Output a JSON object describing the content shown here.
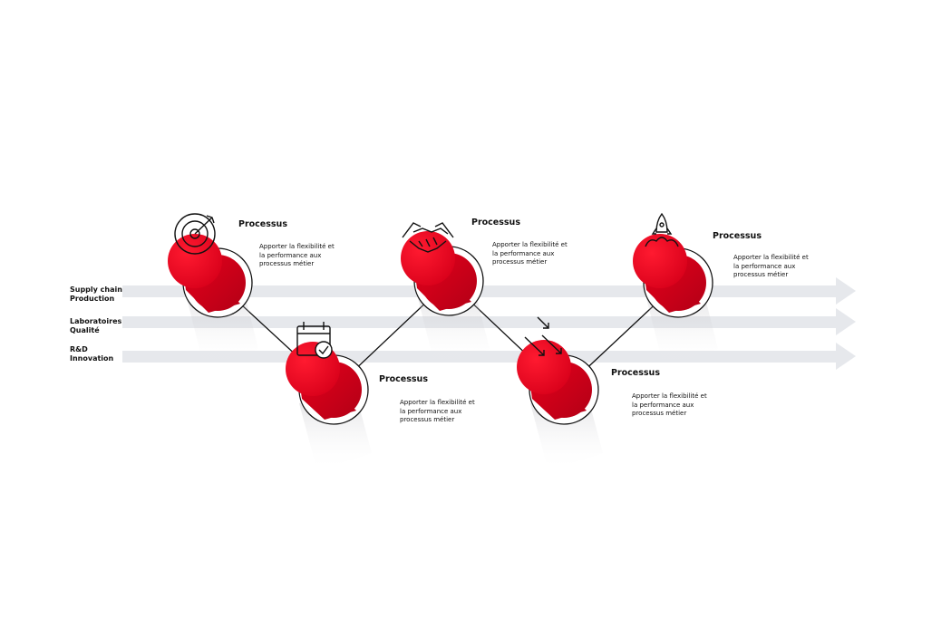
{
  "lanes": [
    {
      "line1": "Supply chain",
      "line2": "Production"
    },
    {
      "line1": "Laboratoires",
      "line2": "Qualité"
    },
    {
      "line1": "R&D",
      "line2": "Innovation"
    }
  ],
  "steps": [
    {
      "title": "Processus",
      "desc": [
        "Apporter la flexibilité et",
        "la performance aux",
        "processus métier"
      ],
      "icon": "target-icon"
    },
    {
      "title": "Processus",
      "desc": [
        "Apporter la flexibilité et",
        "la performance aux",
        "processus métier"
      ],
      "icon": "calendar-check-icon"
    },
    {
      "title": "Processus",
      "desc": [
        "Apporter la flexibilité et",
        "la performance aux",
        "processus métier"
      ],
      "icon": "handshake-icon"
    },
    {
      "title": "Processus",
      "desc": [
        "Apporter la flexibilité et",
        "la performance aux",
        "processus métier"
      ],
      "icon": "arrows-icon"
    },
    {
      "title": "Processus",
      "desc": [
        "Apporter la flexibilité et",
        "la performance aux",
        "processus métier"
      ],
      "icon": "rocket-icon"
    }
  ],
  "colors": {
    "accent": "#e3001b",
    "accent_dark": "#c4001a",
    "lane": "#e6e8ec",
    "outline": "#111111"
  }
}
